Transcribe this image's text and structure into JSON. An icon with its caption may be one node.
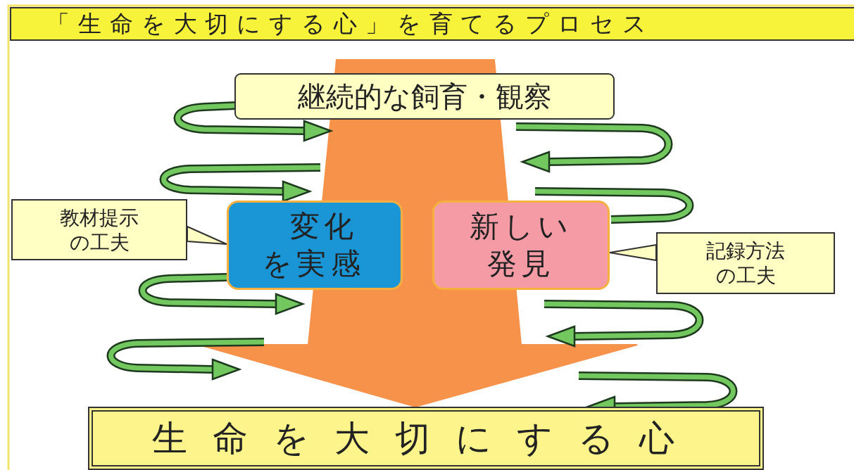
{
  "diagram": {
    "title": "「生命を大切にする心」を育てるプロセス",
    "nodes": [
      {
        "text": [
          "継続的な飼育・観察"
        ]
      },
      {
        "text": [
          "教材提示の工夫"
        ]
      },
      {
        "text": [
          "変化を実感"
        ]
      },
      {
        "text": [
          "新しい発見"
        ]
      },
      {
        "text": [
          "記録方法の工夫"
        ]
      },
      {
        "text": [
          "生命を大切にする心"
        ]
      }
    ],
    "edges": [
      {
        "from": null,
        "to": 5,
        "arrow": "to",
        "style": "thick",
        "color": "#f7924a"
      },
      {
        "from": 1,
        "to": 2,
        "arrow": "none"
      },
      {
        "from": 4,
        "to": 3,
        "arrow": "none"
      }
    ]
  }
}
